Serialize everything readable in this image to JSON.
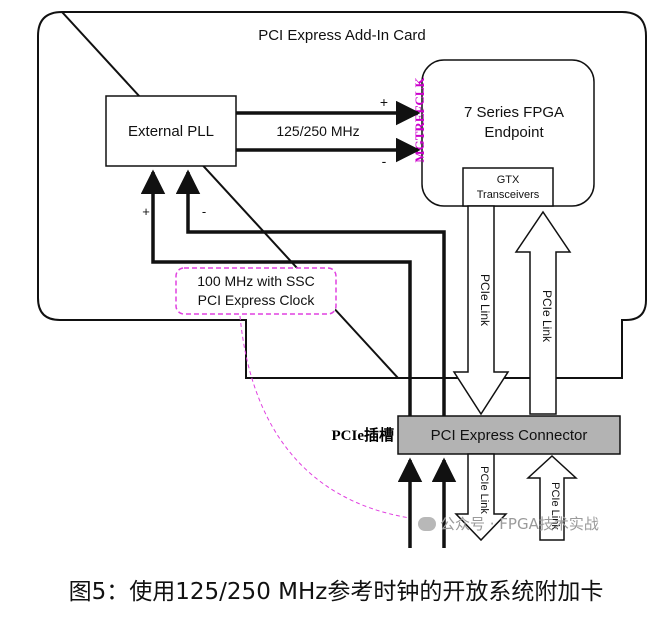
{
  "card": {
    "title": "PCI Express Add-In Card"
  },
  "pll": {
    "label": "External PLL"
  },
  "clock_bus": {
    "freq_label": "125/250 MHz",
    "plus": "+",
    "minus": "-"
  },
  "pll_inputs": {
    "plus": "+",
    "minus": "-"
  },
  "fpga": {
    "line1": "7 Series FPGA",
    "line2": "Endpoint",
    "refclk_label": "MGTREFCLK"
  },
  "gtx": {
    "line1": "GTX",
    "line2": "Transceivers"
  },
  "clock_note": {
    "line1": "100 MHz with SSC",
    "line2": "PCI Express Clock"
  },
  "links": {
    "down_label": "PCIe Link",
    "up_label": "PCIe Link",
    "lower_down_label": "PCIe Link",
    "lower_up_label": "PCIe Link"
  },
  "connector": {
    "label": "PCI Express Connector",
    "slot_label": "PCIe插槽"
  },
  "watermark": {
    "text": "公众号 · FPGA技术实战"
  },
  "caption": {
    "text": "图5：使用125/250 MHz参考时钟的开放系统附加卡"
  },
  "colors": {
    "refclk": "#cc00cc",
    "note_border": "#e040e0",
    "connector_fill": "#b3b3b3"
  }
}
